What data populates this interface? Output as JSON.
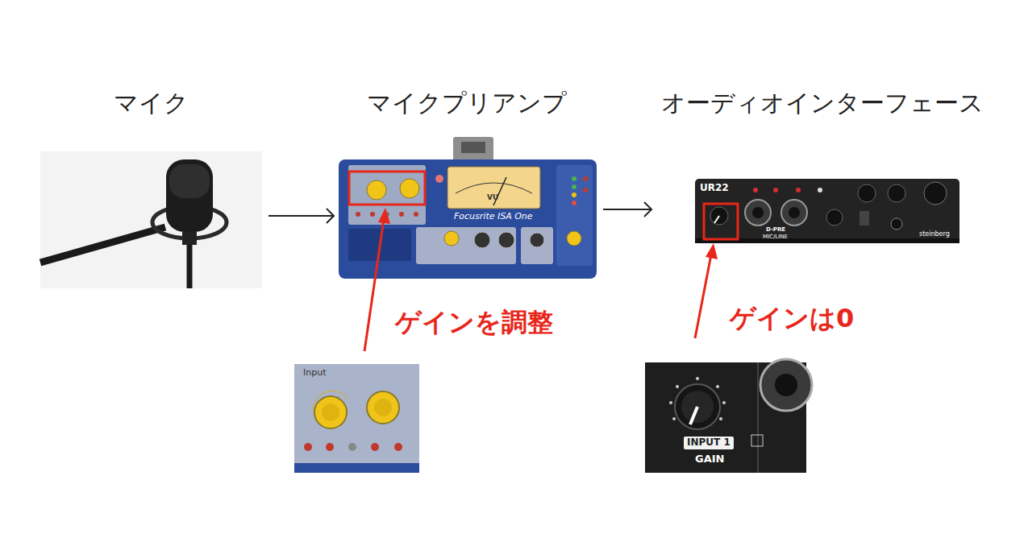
{
  "diagram": {
    "nodes": [
      {
        "text": [
          "マイク"
        ]
      },
      {
        "text": [
          "マイクプリアンプ"
        ]
      },
      {
        "text": [
          "オーディオインターフェース"
        ]
      }
    ],
    "edges": [
      {
        "from": 0,
        "to": 1,
        "arrow": "to"
      },
      {
        "from": 1,
        "to": 2,
        "arrow": "to"
      }
    ],
    "labels": [
      "ゲインを調整",
      "ゲインは0",
      "Focusrite ISA One",
      "VU",
      "UR22",
      "steinberg",
      "D-PRE",
      "MIC/LINE",
      "Input",
      "INPUT 1",
      "GAIN"
    ]
  }
}
